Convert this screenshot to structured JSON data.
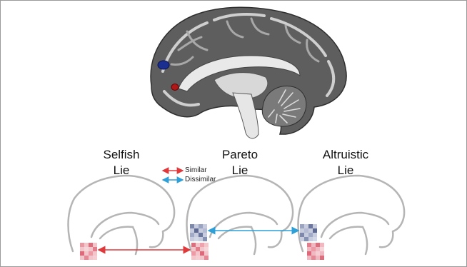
{
  "conditions": [
    {
      "name_line1": "Selfish",
      "name_line2": "Lie"
    },
    {
      "name_line1": "Pareto",
      "name_line2": "Lie"
    },
    {
      "name_line1": "Altruistic",
      "name_line2": "Lie"
    }
  ],
  "legend": {
    "similar_label": "Similar",
    "dissimilar_label": "Dissimilar",
    "similar_color": "#e0393b",
    "dissimilar_color": "#2f9fd8"
  },
  "colors": {
    "roi_blue": "#1a2f8f",
    "roi_red": "#b01818",
    "outline_gray": "#b5b5b5",
    "pattern_red": "#e8a0a8",
    "pattern_blue": "#8b95b8"
  }
}
